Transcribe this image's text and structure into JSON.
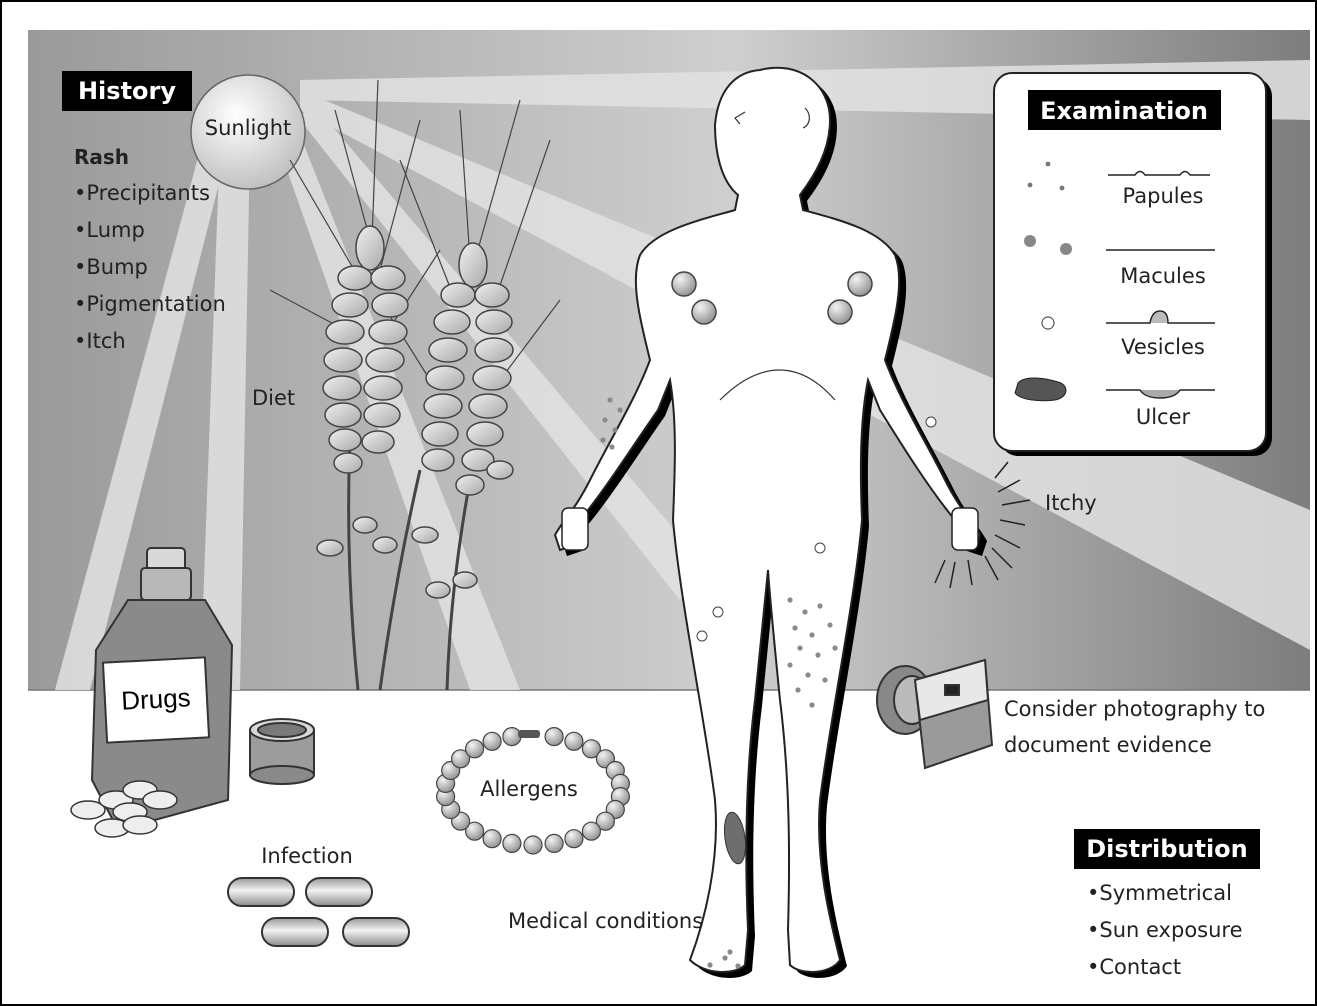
{
  "history": {
    "heading": "History",
    "subheading": "Rash",
    "items": [
      "•Precipitants",
      "•Lump",
      "•Bump",
      "•Pigmentation",
      "•Itch"
    ]
  },
  "labels": {
    "sunlight": "Sunlight",
    "diet": "Diet",
    "drugs": "Drugs",
    "allergens": "Allergens",
    "infection": "Infection",
    "medical": "Medical conditions",
    "itchy": "Itchy",
    "photo_line1": "Consider photography to",
    "photo_line2": "document evidence"
  },
  "examination": {
    "heading": "Examination",
    "items": [
      "Papules",
      "Macules",
      "Vesicles",
      "Ulcer"
    ]
  },
  "distribution": {
    "heading": "Distribution",
    "items": [
      "•Symmetrical",
      "•Sun exposure",
      "•Contact"
    ]
  },
  "colors": {
    "backdrop_dark": "#8c8c8c",
    "backdrop_light": "#e6e6e6",
    "heading_bg": "#000000",
    "lesion": "#8a8a8a"
  }
}
